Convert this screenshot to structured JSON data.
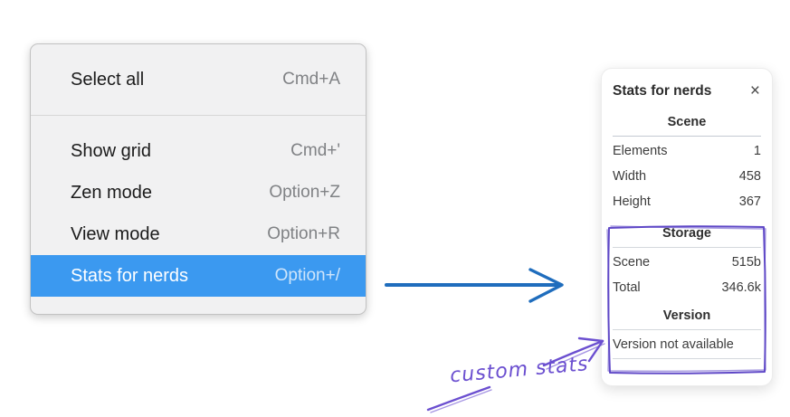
{
  "menu": {
    "items": [
      {
        "label": "Select all",
        "shortcut": "Cmd+A",
        "selected": false
      },
      {
        "label": "Show grid",
        "shortcut": "Cmd+'",
        "selected": false
      },
      {
        "label": "Zen mode",
        "shortcut": "Option+Z",
        "selected": false
      },
      {
        "label": "View mode",
        "shortcut": "Option+R",
        "selected": false
      },
      {
        "label": "Stats for nerds",
        "shortcut": "Option+/",
        "selected": true
      }
    ]
  },
  "stats_panel": {
    "title": "Stats for nerds",
    "close_icon": "×",
    "sections": [
      {
        "header": "Scene",
        "rows": [
          {
            "label": "Elements",
            "value": "1"
          },
          {
            "label": "Width",
            "value": "458"
          },
          {
            "label": "Height",
            "value": "367"
          }
        ]
      },
      {
        "header": "Storage",
        "rows": [
          {
            "label": "Scene",
            "value": "515b"
          },
          {
            "label": "Total",
            "value": "346.6k"
          }
        ]
      },
      {
        "header": "Version",
        "note": "Version not available"
      }
    ]
  },
  "annotations": {
    "custom_stats_label": "custom stats",
    "colors": {
      "menu_highlight": "#3b99f0",
      "pointer_arrow_blue": "#1f6dbd",
      "annotation_purple": "#6b4fd0",
      "sketch_rect_purple": "#5f48c7"
    }
  }
}
